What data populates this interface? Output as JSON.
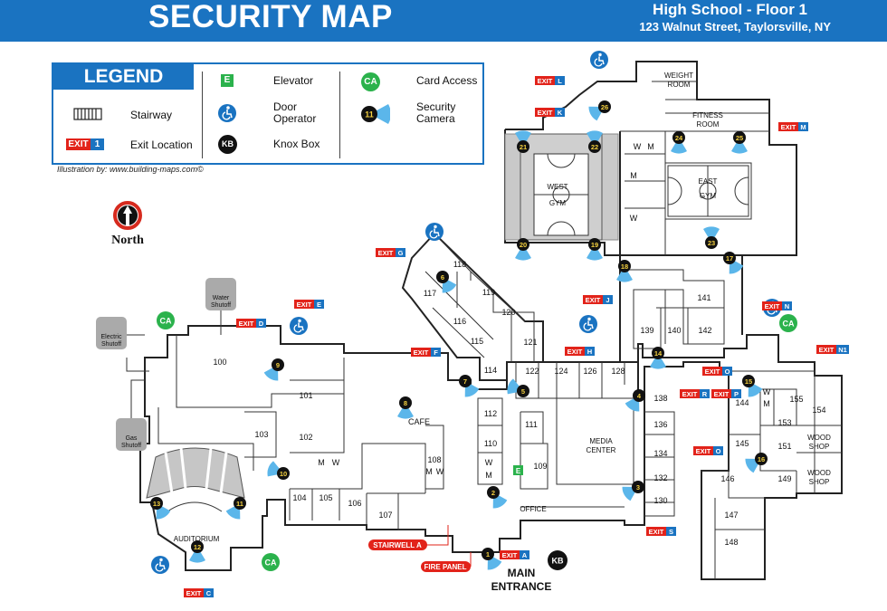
{
  "header": {
    "title": "SECURITY MAP",
    "school": "High School - Floor 1",
    "address": "123 Walnut Street, Taylorsville, NY"
  },
  "legend": {
    "title": "LEGEND",
    "stairway": "Stairway",
    "exit_word": "EXIT",
    "exit_num": "1",
    "exit_location": "Exit Location",
    "elevator_badge": "E",
    "elevator": "Elevator",
    "door_operator": "Door Operator",
    "knox_badge": "KB",
    "knox_box": "Knox Box",
    "card_badge": "CA",
    "card_access": "Card Access",
    "camera_num": "11",
    "security_camera": "Security Camera",
    "credit": "Illustration by:  www.building-maps.com©"
  },
  "north": "North",
  "utilities": {
    "water": "Water Shutoff",
    "electric": "Electric Shutoff",
    "gas": "Gas Shutoff"
  },
  "exit_word": "EXIT",
  "exits": [
    "L",
    "K",
    "M",
    "G",
    "E",
    "D",
    "F",
    "J",
    "H",
    "N",
    "N1",
    "O",
    "R",
    "P",
    "O",
    "S",
    "A",
    "C"
  ],
  "cameras": [
    "1",
    "2",
    "3",
    "4",
    "5",
    "6",
    "7",
    "8",
    "9",
    "10",
    "11",
    "12",
    "13",
    "14",
    "15",
    "16",
    "17",
    "18",
    "19",
    "20",
    "21",
    "22",
    "23",
    "24",
    "25",
    "26"
  ],
  "rooms": {
    "weight_room": "WEIGHT ROOM",
    "fitness_room": "FITNESS ROOM",
    "west_gym": "WEST GYM",
    "east_gym": "EAST GYM",
    "r100": "100",
    "r101": "101",
    "r102": "102",
    "r103": "103",
    "r104": "104",
    "r105": "105",
    "r106": "106",
    "r107": "107",
    "r108": "108",
    "r110": "110",
    "r111": "111",
    "r112": "112",
    "r114": "114",
    "r115": "115",
    "r116": "116",
    "r117": "117",
    "r118": "118",
    "r119": "119",
    "r120": "120",
    "r121": "121",
    "r122": "122",
    "r124": "124",
    "r126": "126",
    "r128": "128",
    "r130": "130",
    "r132": "132",
    "r134": "134",
    "r136": "136",
    "r138": "138",
    "r139": "139",
    "r140": "140",
    "r141": "141",
    "r142": "142",
    "r144": "144",
    "r145": "145",
    "r146": "146",
    "r147": "147",
    "r148": "148",
    "r149": "149",
    "r151": "151",
    "r153": "153",
    "r154": "154",
    "r155": "155",
    "r109": "109",
    "cafe": "CAFE",
    "media_center": "MEDIA CENTER",
    "office": "OFFICE",
    "auditorium": "AUDITORIUM",
    "wood_shop": "WOOD SHOP",
    "main_entrance": "MAIN ENTRANCE",
    "m": "M",
    "w": "W"
  },
  "callouts": {
    "stairwell_a": "STAIRWELL A",
    "fire_panel": "FIRE PANEL"
  },
  "badges": {
    "ca": "CA",
    "kb": "KB",
    "e": "E"
  },
  "colors": {
    "header": "#1a73c1",
    "exit_red": "#e2231a",
    "card_green": "#2bb24c",
    "camera_blue": "#5bb6ea",
    "gym_gray": "#c9c9c9"
  }
}
